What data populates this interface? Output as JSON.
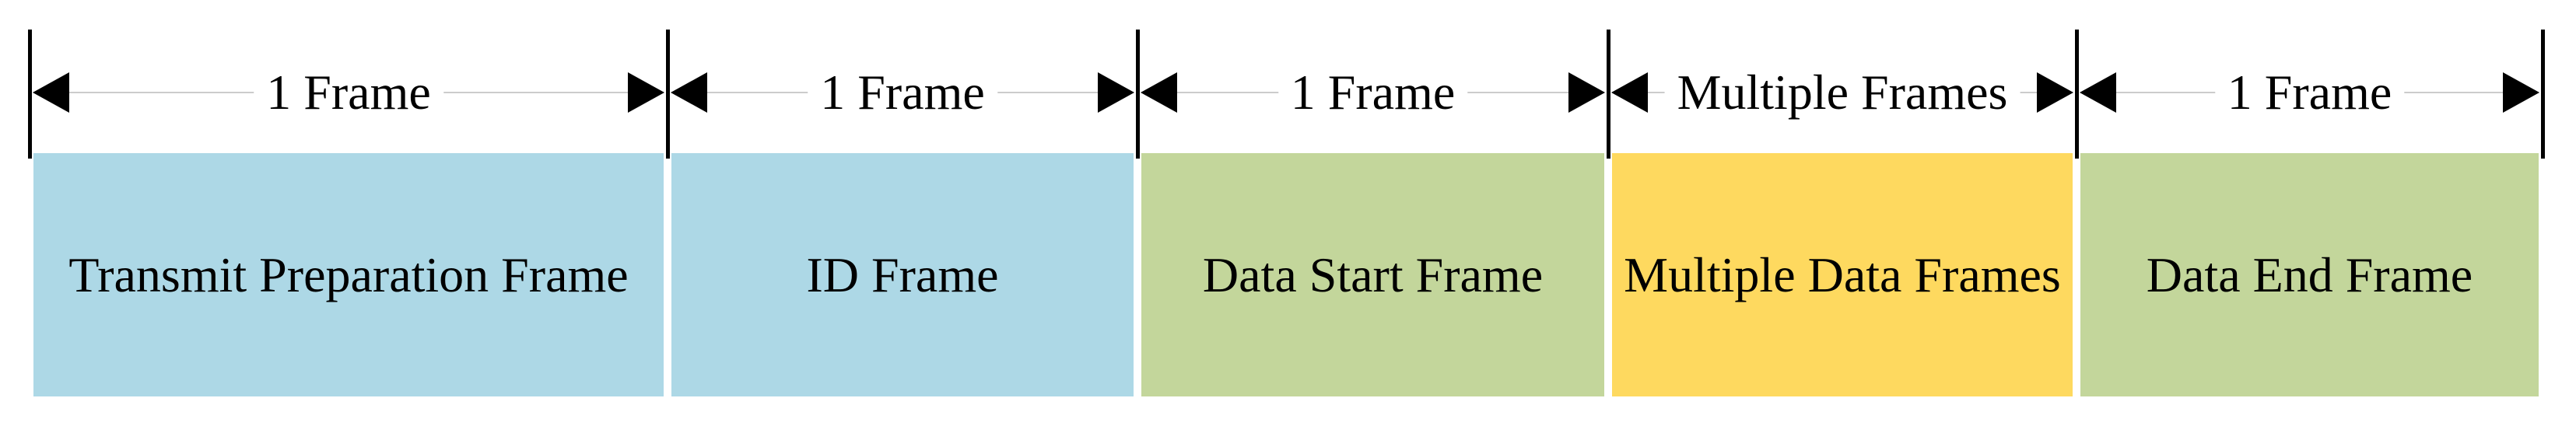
{
  "figure": {
    "description": "Frame transmission sequence diagram",
    "colors": {
      "background": "#ffffff",
      "light_blue_frame": "#add8e6",
      "green_frame": "#c3d69b",
      "yellow_frame": "#fed95f",
      "dimension_line": "#cccccc",
      "tick_and_arrow": "#000000",
      "text": "#000000"
    },
    "sections": [
      {
        "duration_label": "1 Frame",
        "box_label": "Transmit Preparation Frame",
        "box_color": "#add8e6"
      },
      {
        "duration_label": "1 Frame",
        "box_label": "ID Frame",
        "box_color": "#add8e6"
      },
      {
        "duration_label": "1 Frame",
        "box_label": "Data Start Frame",
        "box_color": "#c3d69b"
      },
      {
        "duration_label": "Multiple Frames",
        "box_label": "Multiple Data Frames",
        "box_color": "#fed95f"
      },
      {
        "duration_label": "1 Frame",
        "box_label": "Data End Frame",
        "box_color": "#c3d69b"
      }
    ]
  }
}
